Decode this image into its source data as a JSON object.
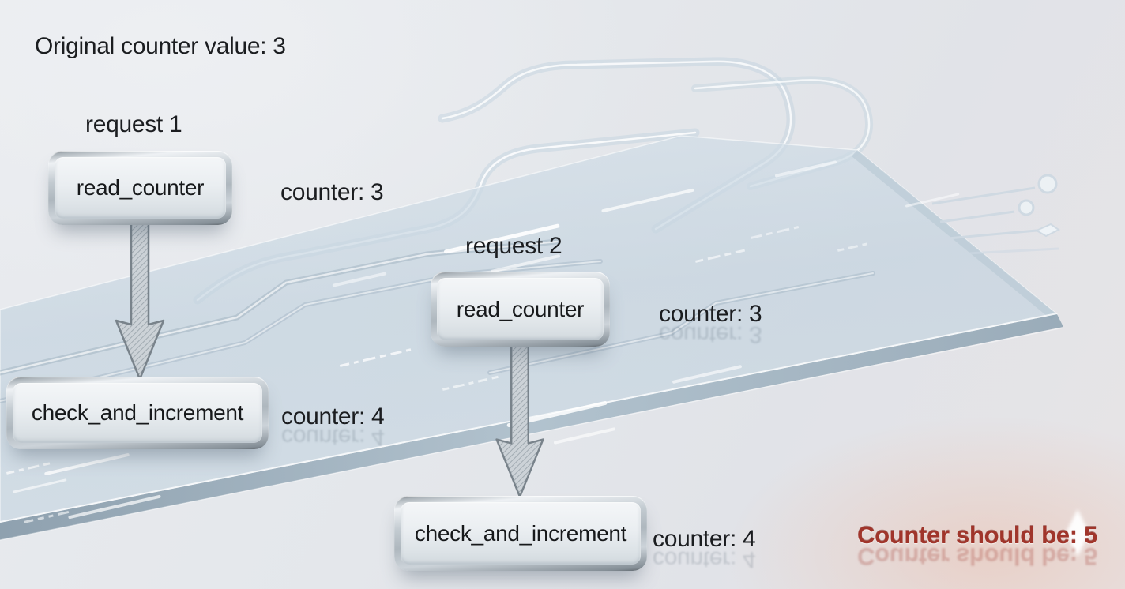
{
  "header": {
    "title": "Original counter value: 3"
  },
  "requests": [
    {
      "label": "request 1",
      "steps": [
        {
          "box_label": "read_counter",
          "annotation": "counter: 3"
        },
        {
          "box_label": "check_and_increment",
          "annotation": "counter: 4"
        }
      ]
    },
    {
      "label": "request 2",
      "steps": [
        {
          "box_label": "read_counter",
          "annotation": "counter: 3"
        },
        {
          "box_label": "check_and_increment",
          "annotation": "counter: 4"
        }
      ]
    }
  ],
  "conclusion": {
    "text": "Counter should be: 5"
  },
  "icons": {
    "flow_arrow": "arrow-down-icon",
    "sparkle": "sparkle-icon"
  },
  "colors": {
    "text": "#1b1d20",
    "alert_red": "#a0352b",
    "metal_light": "#eef1f4",
    "metal_dark": "#8c969e",
    "glass_blue": "#c6d5e0",
    "background": "#e5e7eb"
  }
}
